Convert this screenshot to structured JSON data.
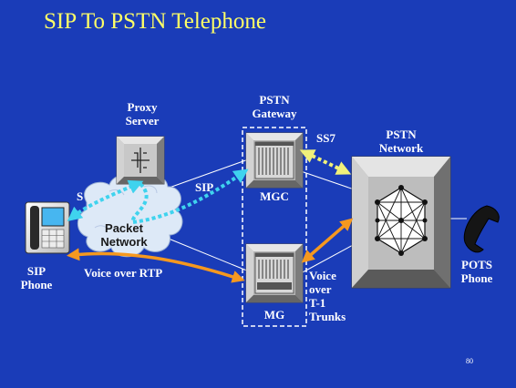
{
  "title": "SIP To PSTN Telephone",
  "page_number": "80",
  "colors": {
    "background": "#1a3cb8",
    "title": "#ffff66",
    "sip_signaling_arrow": "#3fd3ee",
    "rtp_arrow": "#f5981f",
    "ss7_arrow": "#f0f07a"
  },
  "nodes": {
    "proxy_server": {
      "line1": "Proxy",
      "line2": "Server",
      "icon": "switch-router-icon"
    },
    "pstn_gateway": {
      "line1": "PSTN",
      "line2": "Gateway"
    },
    "mgc": {
      "label": "MGC",
      "icon": "rack-chassis-icon"
    },
    "mg": {
      "label": "MG",
      "icon": "rack-chassis-icon"
    },
    "pstn_network": {
      "line1": "PSTN",
      "line2": "Network",
      "icon": "mesh-network-icon"
    },
    "sip_phone": {
      "line1": "SIP",
      "line2": "Phone",
      "icon": "ip-phone-icon"
    },
    "pots_phone": {
      "line1": "POTS",
      "line2": "Phone",
      "icon": "telephone-handset-icon"
    },
    "packet_network": {
      "line1": "Packet",
      "line2": "Network",
      "icon": "cloud-icon"
    }
  },
  "edge_labels": {
    "sip_gateway": "SIP",
    "sip_partial": "S",
    "ss7": "SS7",
    "voice_rtp": "Voice over RTP",
    "voice_t1": {
      "line1": "Voice",
      "line2": "over",
      "line3": "T-1",
      "line4": "Trunks"
    }
  }
}
